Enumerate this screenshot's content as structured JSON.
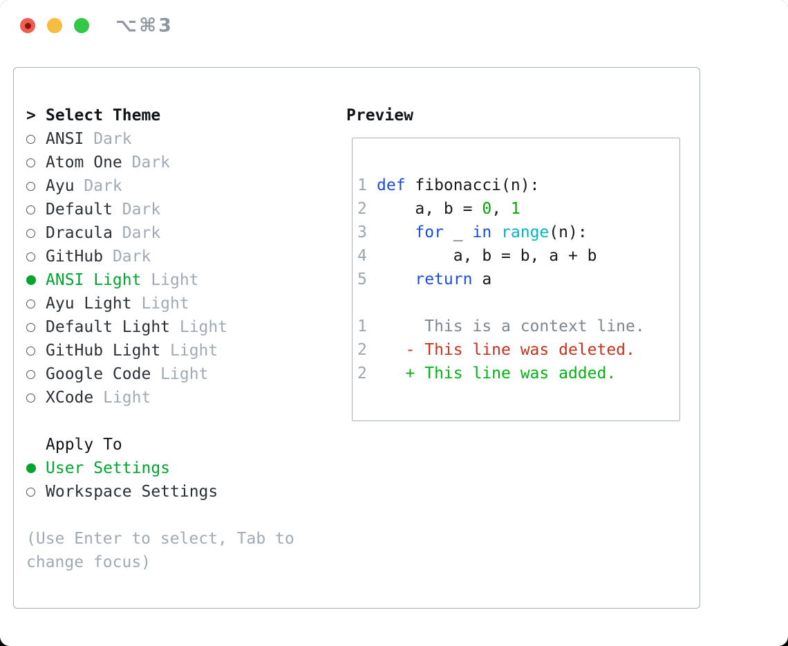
{
  "titlebar": {
    "shortcut": "⌥⌘3"
  },
  "theme_list": {
    "marker": ">",
    "title": "Select Theme",
    "items": [
      {
        "name": "ANSI",
        "variant": "Dark",
        "selected": false
      },
      {
        "name": "Atom One",
        "variant": "Dark",
        "selected": false
      },
      {
        "name": "Ayu",
        "variant": "Dark",
        "selected": false
      },
      {
        "name": "Default",
        "variant": "Dark",
        "selected": false
      },
      {
        "name": "Dracula",
        "variant": "Dark",
        "selected": false
      },
      {
        "name": "GitHub",
        "variant": "Dark",
        "selected": false
      },
      {
        "name": "ANSI Light",
        "variant": "Light",
        "selected": true
      },
      {
        "name": "Ayu Light",
        "variant": "Light",
        "selected": false
      },
      {
        "name": "Default Light",
        "variant": "Light",
        "selected": false
      },
      {
        "name": "GitHub Light",
        "variant": "Light",
        "selected": false
      },
      {
        "name": "Google Code",
        "variant": "Light",
        "selected": false
      },
      {
        "name": "XCode",
        "variant": "Light",
        "selected": false
      }
    ]
  },
  "apply_to": {
    "title": "Apply To",
    "options": [
      {
        "label": "User Settings",
        "selected": true
      },
      {
        "label": "Workspace Settings",
        "selected": false
      }
    ]
  },
  "hint_line1": "(Use Enter to select, Tab to",
  "hint_line2": "change focus)",
  "preview": {
    "title": "Preview",
    "lines": [
      {
        "num": "1",
        "segments": [
          {
            "t": "def",
            "c": "kw"
          },
          {
            "t": " fibonacci(n):",
            "c": "plain"
          }
        ]
      },
      {
        "num": "2",
        "segments": [
          {
            "t": "    a, b = ",
            "c": "plain"
          },
          {
            "t": "0",
            "c": "num"
          },
          {
            "t": ", ",
            "c": "plain"
          },
          {
            "t": "1",
            "c": "num"
          }
        ]
      },
      {
        "num": "3",
        "segments": [
          {
            "t": "    ",
            "c": "plain"
          },
          {
            "t": "for",
            "c": "kw"
          },
          {
            "t": " _ ",
            "c": "plain"
          },
          {
            "t": "in",
            "c": "kw"
          },
          {
            "t": " ",
            "c": "plain"
          },
          {
            "t": "range",
            "c": "builtin"
          },
          {
            "t": "(n):",
            "c": "plain"
          }
        ]
      },
      {
        "num": "4",
        "segments": [
          {
            "t": "        a, b = b, a + b",
            "c": "plain"
          }
        ]
      },
      {
        "num": "5",
        "segments": [
          {
            "t": "    ",
            "c": "plain"
          },
          {
            "t": "return",
            "c": "kw"
          },
          {
            "t": " a",
            "c": "plain"
          }
        ]
      },
      {
        "num": "",
        "segments": []
      },
      {
        "num": "1",
        "segments": [
          {
            "t": "     This is a context line.",
            "c": "context"
          }
        ]
      },
      {
        "num": "2",
        "segments": [
          {
            "t": "   - This line was deleted.",
            "c": "deleted"
          }
        ]
      },
      {
        "num": "2",
        "segments": [
          {
            "t": "   + This line was added.",
            "c": "added"
          }
        ]
      }
    ]
  },
  "colors": {
    "accent-green": "#00a42f",
    "kw": "#1b4ed8",
    "builtin": "#00b7c9",
    "numlit": "#00a800",
    "deleted": "#c5331d",
    "added": "#00b312",
    "gutter": "#9aa5b2",
    "muted": "#a0a9b4",
    "border": "#a7afba"
  }
}
